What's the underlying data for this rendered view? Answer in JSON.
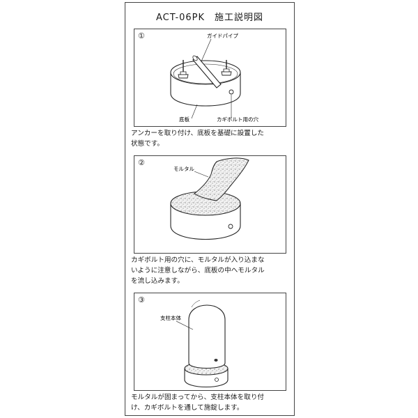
{
  "title": "ACT-06PK　施工説明図",
  "steps": [
    {
      "number": "①",
      "labels": {
        "guide_pipe": "ガイドパイプ",
        "base_plate": "底板",
        "bolt_hole": "カギボルト用の穴"
      },
      "caption": "アンカーを取り付け、底板を基礎に設置した\n状態です。"
    },
    {
      "number": "②",
      "labels": {
        "mortar": "モルタル"
      },
      "caption": "カギボルト用の穴に、モルタルが入り込まな\nいように注意しながら、底板の中へモルタル\nを流し込みます。"
    },
    {
      "number": "③",
      "labels": {
        "post_body": "支柱本体"
      },
      "caption": "モルタルが固まってから、支柱本体を取り付\nけ、カギボルトを通して施錠します。"
    }
  ]
}
